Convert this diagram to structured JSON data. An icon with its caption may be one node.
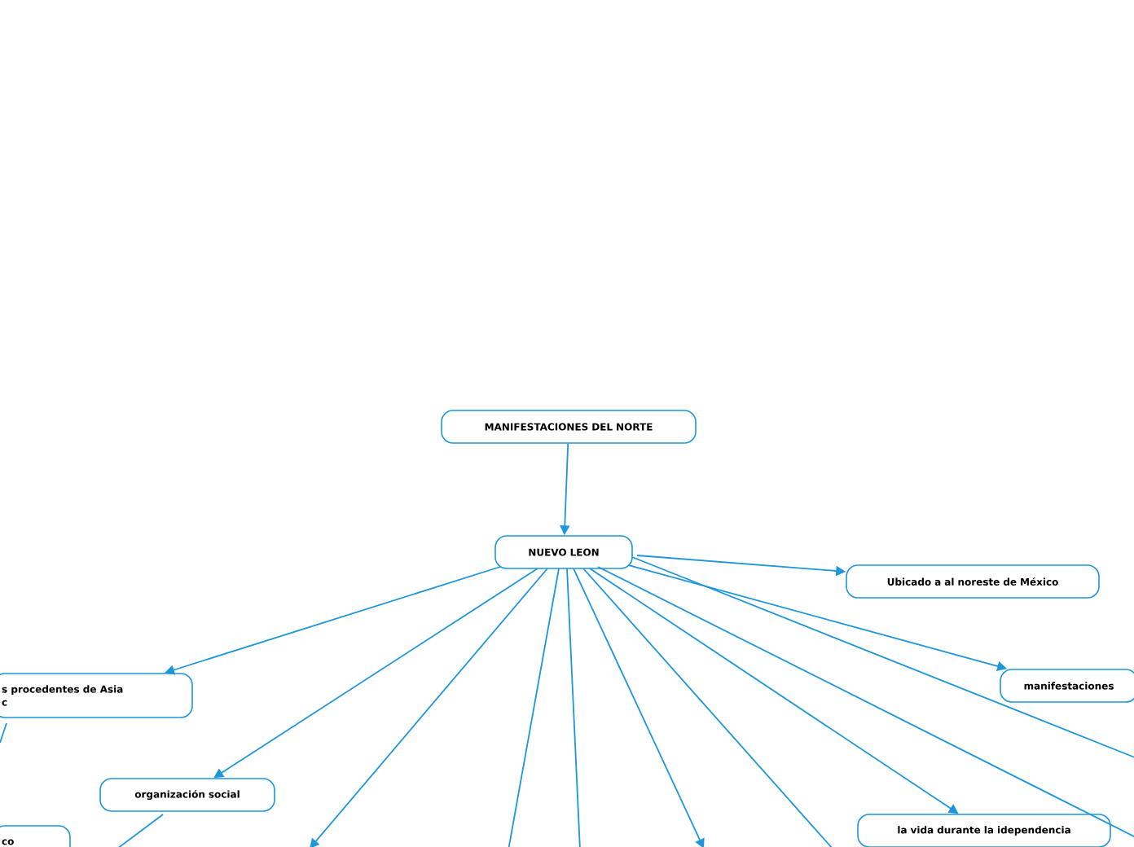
{
  "diagram": {
    "nodes": [
      {
        "text": [
          "MANIFESTACIONES DEL NORTE"
        ]
      },
      {
        "text": [
          "NUEVO LEON"
        ]
      },
      {
        "text": [
          "Ubicado a al noreste de México"
        ]
      },
      {
        "text": [
          "manifestaciones"
        ]
      },
      {
        "text": [
          "s procedentes de Asia c"
        ]
      },
      {
        "text": [
          "organización social"
        ]
      },
      {
        "text": [
          "co"
        ]
      },
      {
        "text": [
          "la vida durante la idependencia"
        ]
      }
    ],
    "edges": [
      {
        "from": 0,
        "to": 1,
        "arrow": "to"
      },
      {
        "from": 1,
        "to": 2,
        "arrow": "to"
      },
      {
        "from": 1,
        "to": 3,
        "arrow": "to"
      },
      {
        "from": 1,
        "to": null,
        "arrow": "none"
      },
      {
        "from": 1,
        "to": 4,
        "arrow": "to"
      },
      {
        "from": 1,
        "to": 5,
        "arrow": "to"
      },
      {
        "from": 1,
        "to": null,
        "arrow": "to"
      },
      {
        "from": 1,
        "to": null,
        "arrow": "none"
      },
      {
        "from": 1,
        "to": null,
        "arrow": "none"
      },
      {
        "from": 1,
        "to": null,
        "arrow": "to"
      },
      {
        "from": 1,
        "to": null,
        "arrow": "none"
      },
      {
        "from": 1,
        "to": 7,
        "arrow": "to"
      },
      {
        "from": 1,
        "to": null,
        "arrow": "none"
      },
      {
        "from": 4,
        "to": null,
        "arrow": "none"
      },
      {
        "from": 5,
        "to": null,
        "arrow": "none"
      }
    ]
  }
}
